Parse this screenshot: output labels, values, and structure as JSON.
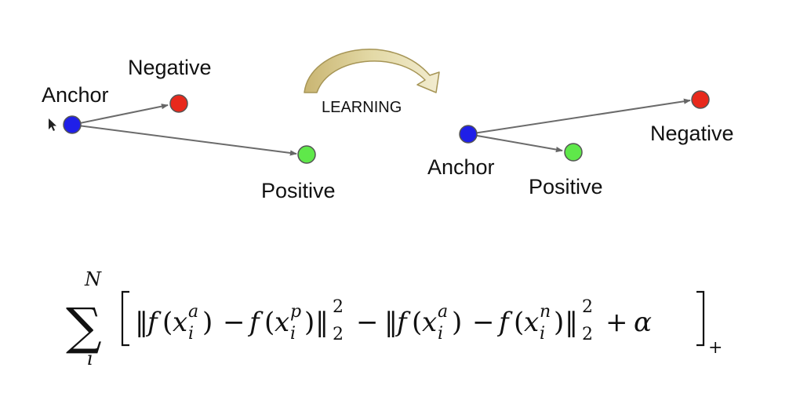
{
  "before": {
    "anchor_label": "Anchor",
    "negative_label": "Negative",
    "positive_label": "Positive"
  },
  "transition": {
    "label": "LEARNING"
  },
  "after": {
    "anchor_label": "Anchor",
    "negative_label": "Negative",
    "positive_label": "Positive"
  },
  "formula": {
    "sum_symbol": "∑",
    "sum_upper": "N",
    "sum_lower": "i",
    "lbracket": "[",
    "rbracket": "]",
    "plus_sub": "+",
    "norm": "‖",
    "f": "f",
    "open": "(",
    "close": ")",
    "x": "x",
    "i": "i",
    "a": "a",
    "p": "p",
    "n": "n",
    "minus": "−",
    "plus": "+",
    "two": "2",
    "alpha": "α"
  },
  "colors": {
    "anchor": "#1f1fe8",
    "negative": "#e8291c",
    "positive": "#5fe84a",
    "arrow": "#6b6b6b",
    "curve_arrow": "#d8c88a"
  }
}
